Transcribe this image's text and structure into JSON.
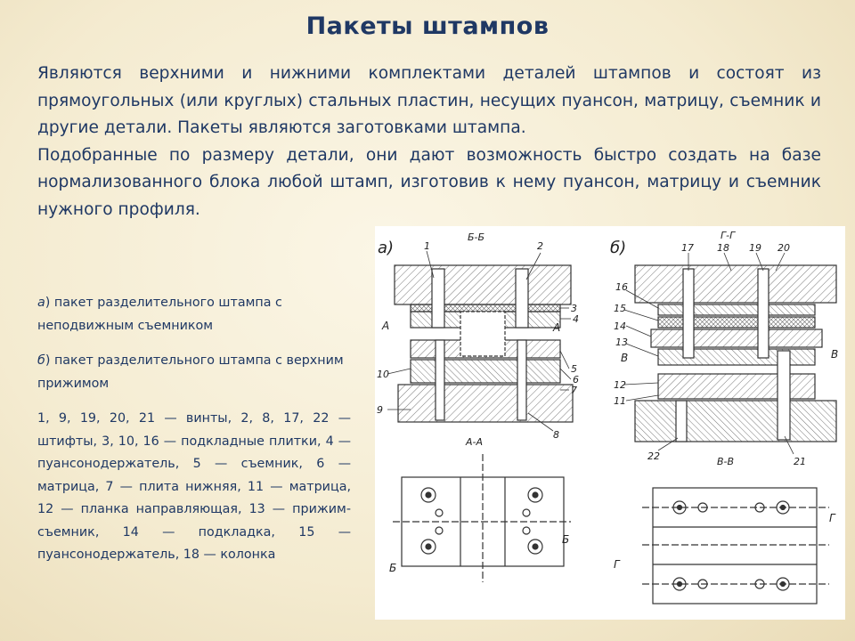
{
  "title": "Пакеты штампов",
  "intro": {
    "p1": "Являются верхними и нижними комплектами деталей штампов и состоят из прямоугольных (или круглых) стальных пластин, несущих пуансон, матрицу, съемник и другие детали. Пакеты являются заготовками штампа.",
    "p2": "Подобранные по размеру детали, они дают возможность быстро создать на базе нормализованного блока любой штамп, изготовив к нему пуансон, матрицу и съемник нужного профиля."
  },
  "captions": {
    "a_letter": "а",
    "a_text": ") пакет разделительного штампа с неподвижным съемником",
    "b_letter": "б",
    "b_text": ") пакет разделительного штампа с верхним прижимом",
    "legend": "1, 9, 19, 20, 21 — винты, 2, 8, 17, 22 — штифты, 3, 10, 16 — подкладные плитки, 4 — пуансонодержатель, 5 — съемник, 6 — матрица, 7 — плита нижняя, 11 — матрица, 12 — планка направляющая, 13 — прижим-съемник, 14 — подкладка, 15 — пуансонодержатель, 18 — колонка"
  },
  "figure": {
    "label_a": "а)",
    "label_b": "б)",
    "section_bb": "Б-Б",
    "section_gg": "Г-Г",
    "section_aa": "А-А",
    "section_vv": "В-В",
    "marks": {
      "n1": "1",
      "n2": "2",
      "n3": "3",
      "n4": "4",
      "n5": "5",
      "n6": "6",
      "n7": "7",
      "n8": "8",
      "n9": "9",
      "n10": "10",
      "n11": "11",
      "n12": "12",
      "n13": "13",
      "n14": "14",
      "n15": "15",
      "n16": "16",
      "n17": "17",
      "n18": "18",
      "n19": "19",
      "n20": "20",
      "n21": "21",
      "n22": "22",
      "A": "А",
      "B": "Б",
      "V": "В",
      "G": "Г"
    }
  }
}
